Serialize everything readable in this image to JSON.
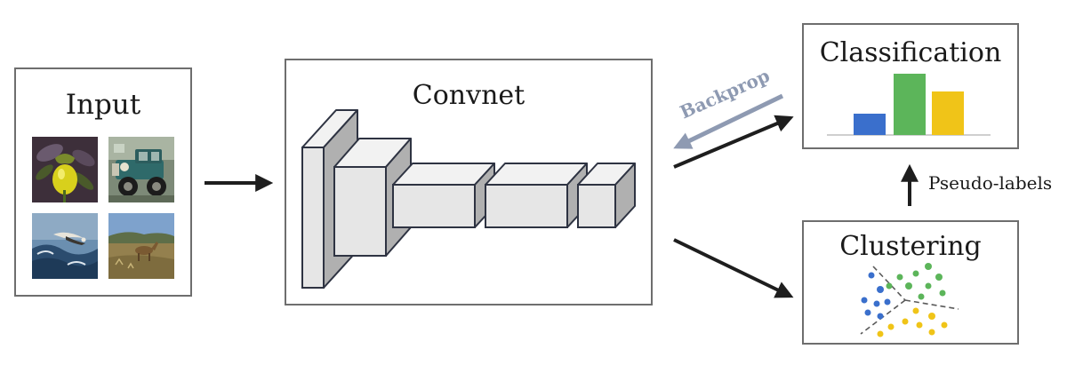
{
  "input": {
    "title": "Input"
  },
  "convnet": {
    "title": "Convnet"
  },
  "classification": {
    "title": "Classification"
  },
  "clustering": {
    "title": "Clustering"
  },
  "labels": {
    "backprop": "Backprop",
    "pseudo_labels": "Pseudo-labels"
  },
  "colors": {
    "blue": "#3a6fcc",
    "green": "#5cb55a",
    "yellow": "#f0c418",
    "backprop": "#8e9ab2",
    "arrow": "#1e1e1e",
    "box_border": "#6e6e6e"
  }
}
